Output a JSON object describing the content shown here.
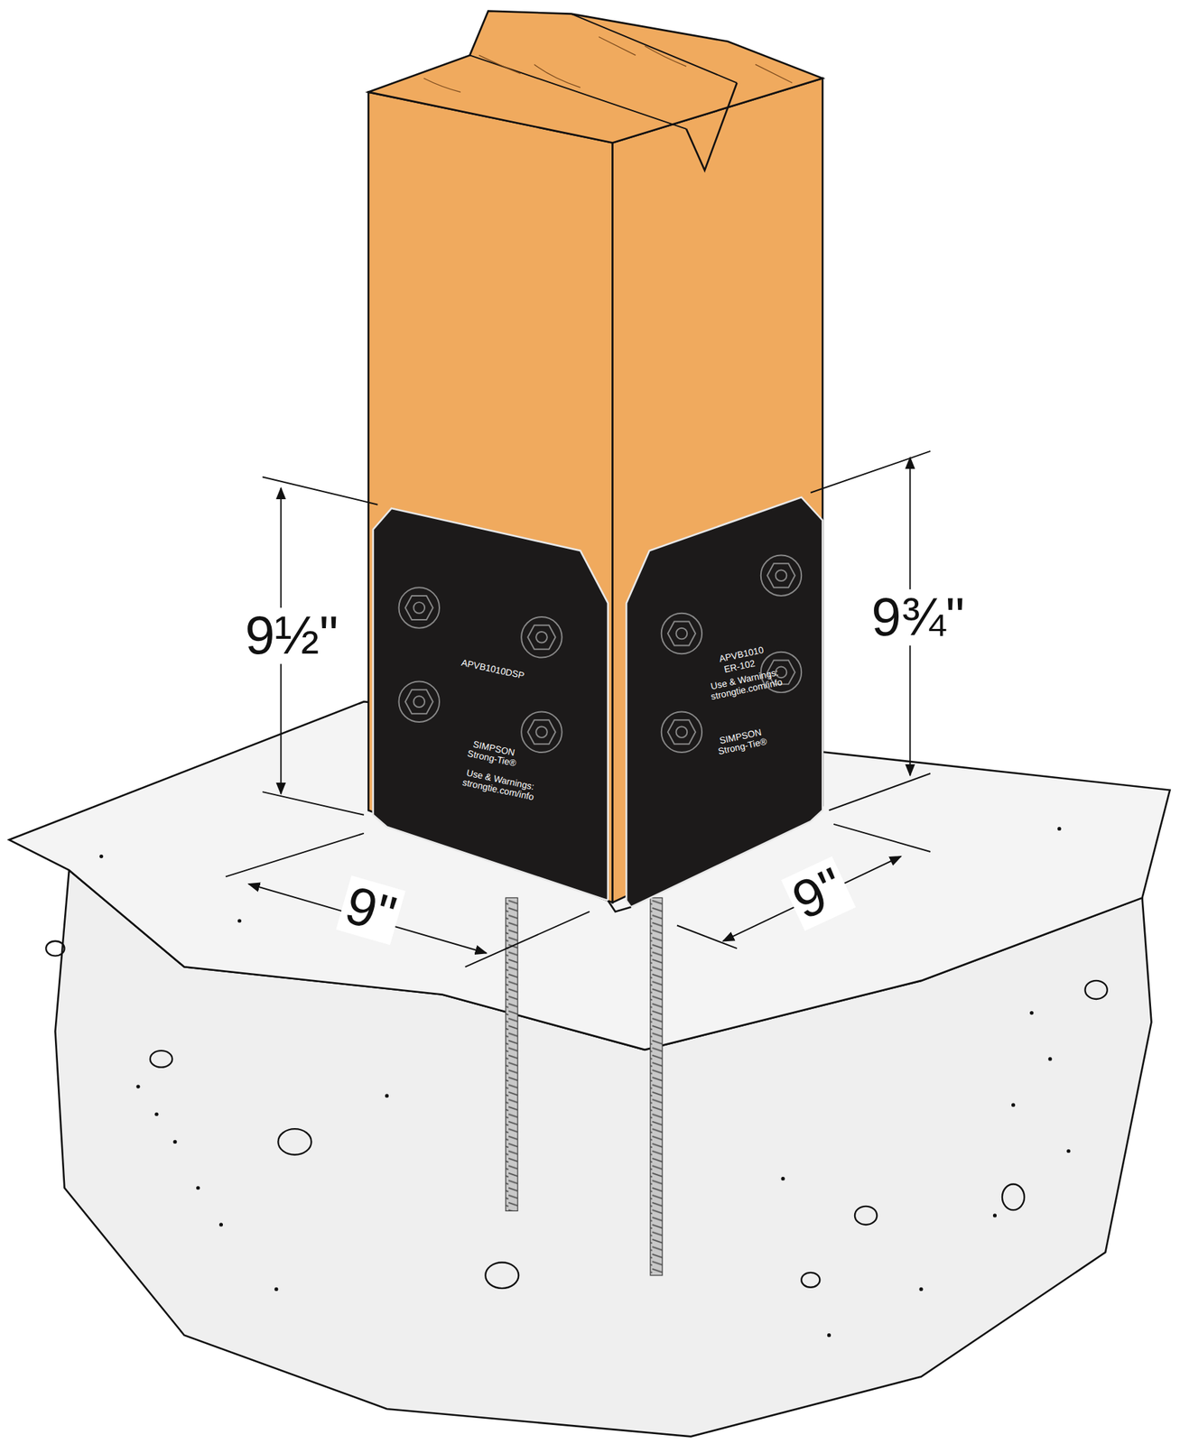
{
  "diagram": {
    "labels": [
      "9½\"",
      "9¾\"",
      "9\"",
      "9\"",
      "APVB1010DSP",
      "SIMPSON Strong-Tie®",
      "Use & Warnings: strongtie.com/info",
      "APVB1010",
      "ER-102",
      "Use & Warnings: strongtie.com/info",
      "SIMPSON Strong-Tie®"
    ]
  }
}
